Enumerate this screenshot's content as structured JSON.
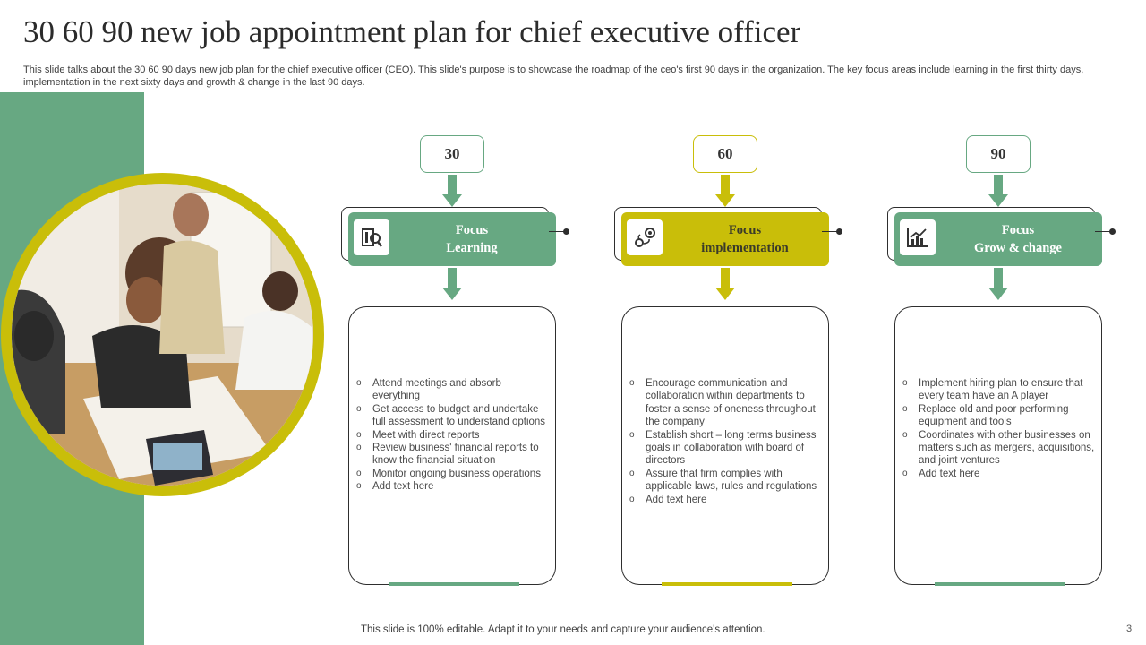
{
  "slide": {
    "title": "30 60 90 new job appointment plan for chief executive officer",
    "description": "This slide talks about the 30 60 90 days new job plan for the chief executive officer (CEO). This slide's purpose is to showcase the roadmap of the ceo's first 90 days in the organization. The key focus areas include learning in the first thirty days, implementation in the next sixty days and growth & change in the last 90 days.",
    "footer": "This slide is 100% editable. Adapt it to your needs and capture your audience's attention.",
    "page_number": "3"
  },
  "colors": {
    "green": "#67a882",
    "yellow": "#c9be09",
    "dark": "#2e2e2e"
  },
  "columns": [
    {
      "number": "30",
      "focus_line1": "Focus",
      "focus_line2": "Learning",
      "icon": "learning-icon",
      "color": "#67a882",
      "items": [
        "Attend meetings and absorb everything",
        "Get access to budget and undertake full assessment to understand options",
        "Meet with direct reports",
        "Review business' financial reports to know the financial situation",
        "Monitor ongoing business operations",
        "Add text here"
      ]
    },
    {
      "number": "60",
      "focus_line1": "Focus",
      "focus_line2": "implementation",
      "icon": "implementation-icon",
      "color": "#c9be09",
      "items": [
        "Encourage communication and collaboration within departments to foster a sense of oneness throughout the company",
        "Establish short – long terms business goals in collaboration with board of directors",
        "Assure that firm complies with applicable laws, rules and regulations",
        "Add text here"
      ]
    },
    {
      "number": "90",
      "focus_line1": "Focus",
      "focus_line2": "Grow & change",
      "icon": "growth-chart-icon",
      "color": "#67a882",
      "items": [
        "Implement hiring plan to ensure that every team have an A player",
        "Replace old and poor performing equipment and tools",
        "Coordinates with other businesses on matters such as mergers, acquisitions, and joint ventures",
        "Add text here"
      ]
    }
  ]
}
